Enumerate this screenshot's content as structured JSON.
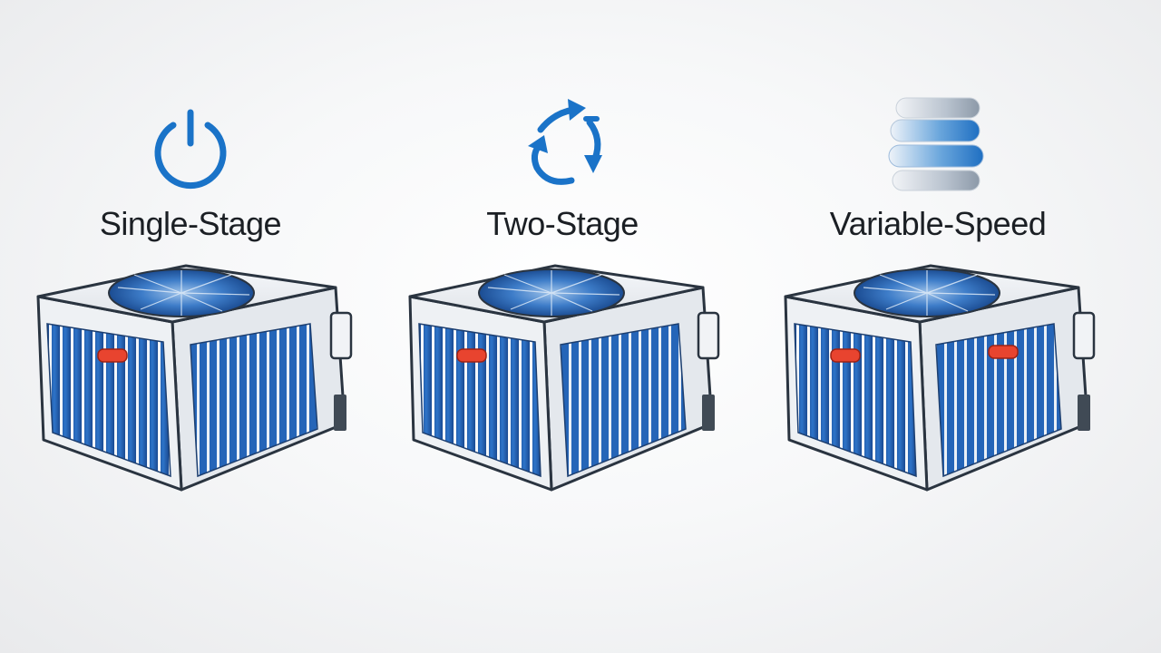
{
  "options": [
    {
      "label": "Single-Stage",
      "icon": "power-icon",
      "indicators": 1
    },
    {
      "label": "Two-Stage",
      "icon": "cycle-arrows-icon",
      "indicators": 1
    },
    {
      "label": "Variable-Speed",
      "icon": "stacked-bars-icon",
      "indicators": 2
    }
  ],
  "colors": {
    "accent": "#1a73c8",
    "coil": "#1e5fb3",
    "indicator": "#e8442f",
    "text": "#1b1f24"
  }
}
